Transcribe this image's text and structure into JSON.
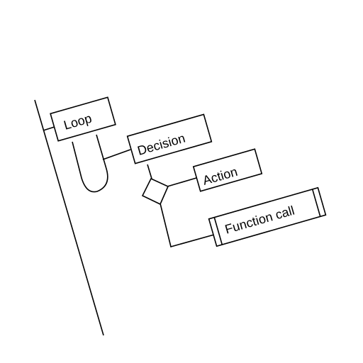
{
  "diagram": {
    "nodes": {
      "loop": {
        "label": "Loop",
        "shape": "rectangle"
      },
      "decision": {
        "label": "Decision",
        "shape": "rectangle"
      },
      "branch": {
        "label": "",
        "shape": "diamond"
      },
      "action": {
        "label": "Action",
        "shape": "rectangle"
      },
      "function_call": {
        "label": "Function call",
        "shape": "subroutine-rectangle"
      }
    },
    "edges": [
      {
        "from": "start-line",
        "to": "loop"
      },
      {
        "from": "loop",
        "to": "decision"
      },
      {
        "from": "decision",
        "to": "branch"
      },
      {
        "from": "branch",
        "to": "action"
      },
      {
        "from": "branch",
        "to": "function_call"
      }
    ],
    "colors": {
      "stroke": "#000000",
      "fill": "#ffffff",
      "background": "#ffffff"
    }
  }
}
